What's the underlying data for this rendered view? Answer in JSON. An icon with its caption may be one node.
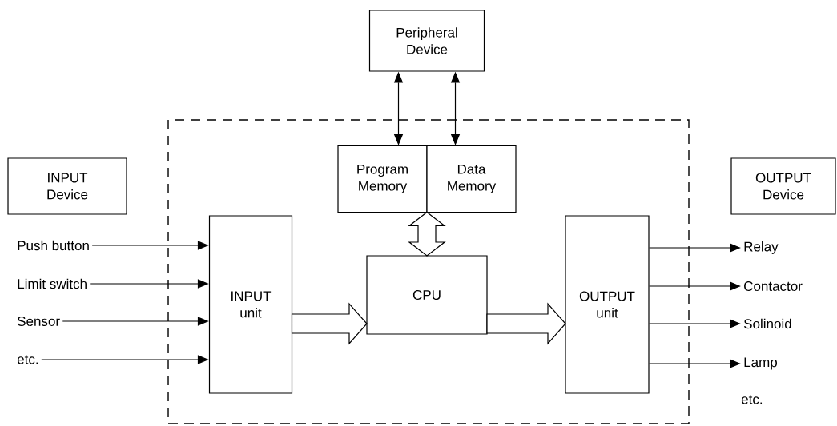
{
  "diagram": {
    "nodes": [
      {
        "text": [
          "Peripheral Device"
        ]
      },
      {
        "text": [],
        "shape": "box"
      },
      {
        "text": [
          "INPUT Device"
        ]
      },
      {
        "text": [
          "Program Memory"
        ],
        "in": 1
      },
      {
        "text": [
          "Data Memory"
        ],
        "in": 1
      },
      {
        "text": [
          "OUTPUT Device"
        ]
      },
      {
        "text": [
          "INPUT unit"
        ],
        "in": 1
      },
      {
        "text": [
          "CPU"
        ],
        "in": 1
      },
      {
        "text": [
          "OUTPUT unit"
        ],
        "in": 1
      },
      {
        "text": [
          "Push button"
        ]
      },
      {
        "text": [
          "Limit switch"
        ]
      },
      {
        "text": [
          "Sensor"
        ]
      },
      {
        "text": [
          "etc."
        ]
      },
      {
        "text": [
          "Relay"
        ]
      },
      {
        "text": [
          "Contactor"
        ]
      },
      {
        "text": [
          "Solinoid"
        ]
      },
      {
        "text": [
          "Lamp"
        ]
      }
    ],
    "edges": [
      {
        "from": 0,
        "to": 3,
        "arrow": "both"
      },
      {
        "from": 0,
        "to": 4,
        "arrow": "both"
      },
      {
        "from": 3,
        "to": 7,
        "arrow": "both",
        "style": "thick"
      },
      {
        "from": 4,
        "to": 7,
        "arrow": "both",
        "style": "thick"
      },
      {
        "from": 6,
        "to": 7,
        "arrow": "to",
        "style": "thick"
      },
      {
        "from": 7,
        "to": 8,
        "arrow": "to",
        "style": "thick"
      },
      {
        "from": 9,
        "to": 6,
        "arrow": "to"
      },
      {
        "from": 10,
        "to": 6,
        "arrow": "to"
      },
      {
        "from": 11,
        "to": 6,
        "arrow": "to"
      },
      {
        "from": 12,
        "to": 6,
        "arrow": "to"
      },
      {
        "from": 8,
        "to": 13,
        "arrow": "to"
      },
      {
        "from": 8,
        "to": 14,
        "arrow": "to"
      },
      {
        "from": 8,
        "to": 15,
        "arrow": "to"
      },
      {
        "from": 8,
        "to": 16,
        "arrow": "to"
      }
    ],
    "labels": [
      "etc."
    ]
  }
}
